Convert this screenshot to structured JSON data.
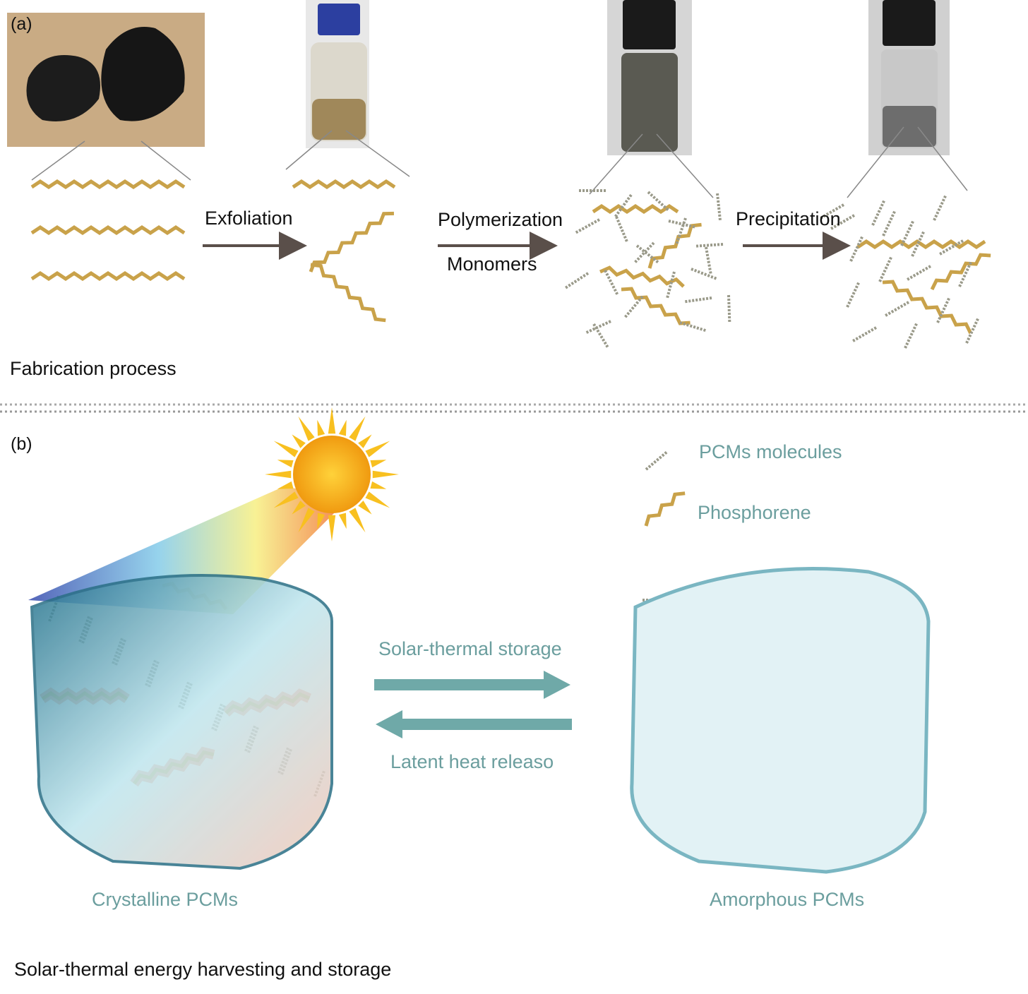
{
  "panel_a": {
    "label": "(a)",
    "steps": [
      "Exfoliation",
      "Polymerization",
      "Precipitation"
    ],
    "reagent": "Monomers",
    "caption": "Fabrication process"
  },
  "panel_b": {
    "label": "(b)",
    "legend": [
      "PCMs molecules",
      "Phosphorene"
    ],
    "forward": "Solar-thermal storage",
    "reverse": "Latent heat releaso",
    "left_state": "Crystalline PCMs",
    "right_state": "Amorphous PCMs",
    "caption": "Solar-thermal energy harvesting and storage"
  },
  "colors": {
    "teal": "#6b9e9e",
    "arrow_a": "#5a4f4a",
    "arrow_b": "#6fa9a8",
    "chain": "#c9a24a",
    "atom": "#8c8c8c"
  }
}
